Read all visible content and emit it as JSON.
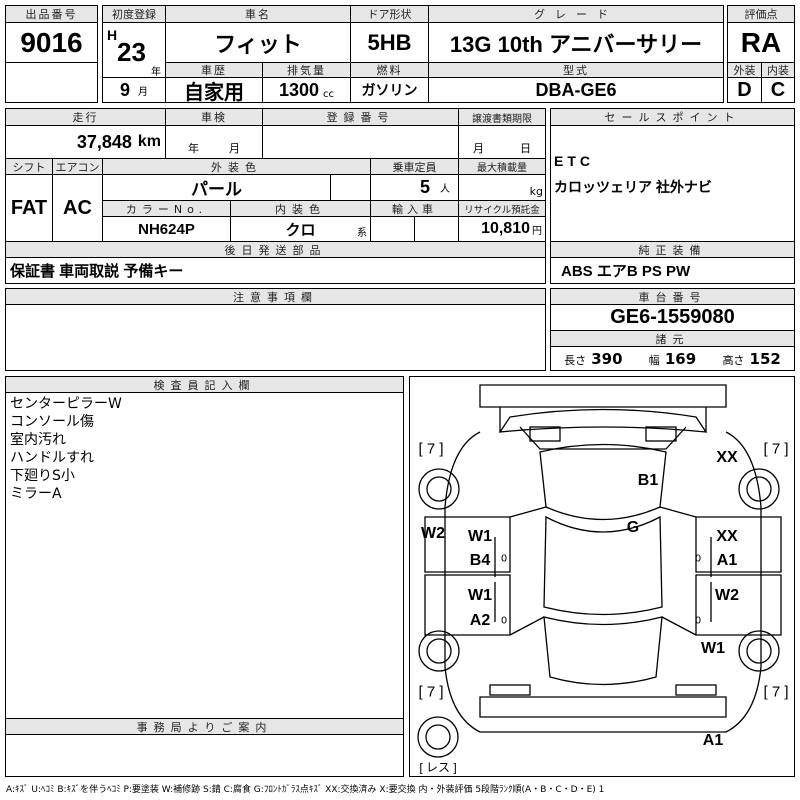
{
  "lot": {
    "label": "出品番号",
    "value": "9016"
  },
  "first_reg": {
    "label": "初度登録",
    "era": "H",
    "year": "23",
    "year_unit": "年",
    "month": "9",
    "month_unit": "月"
  },
  "car_name": {
    "label": "車名",
    "value": "フィット"
  },
  "door": {
    "label": "ドア形状",
    "value": "5HB"
  },
  "grade": {
    "label": "グレード",
    "value": "13G 10th アニバーサリー"
  },
  "score": {
    "label": "評価点",
    "value": "RA",
    "ext_label": "外装",
    "int_label": "内装",
    "ext": "D",
    "int": "C"
  },
  "history": {
    "label": "車歴",
    "value": "自家用"
  },
  "displacement": {
    "label": "排気量",
    "value": "1300",
    "unit": "cc"
  },
  "fuel": {
    "label": "燃料",
    "value": "ガソリン"
  },
  "model": {
    "label": "型式",
    "value": "DBA-GE6"
  },
  "mileage": {
    "label": "走行",
    "value": "37,848",
    "unit": "km"
  },
  "inspection": {
    "label": "車検",
    "year_unit": "年",
    "month_unit": "月"
  },
  "reg_no": {
    "label": "登録番号"
  },
  "transfer": {
    "label": "譲渡書類期限",
    "month_unit": "月",
    "day_unit": "日"
  },
  "shift": {
    "label": "シフト",
    "value": "FAT"
  },
  "ac": {
    "label": "エアコン",
    "value": "AC"
  },
  "ext_color": {
    "label": "外装色",
    "value": "パール"
  },
  "capacity": {
    "label": "乗車定員",
    "value": "5",
    "unit": "人"
  },
  "max_load": {
    "label": "最大積載量",
    "unit": "kg"
  },
  "color_no": {
    "label": "カラーNo.",
    "value": "NH624P"
  },
  "int_color": {
    "label": "内装色",
    "value": "クロ",
    "unit": "系"
  },
  "import": {
    "label": "輸入車"
  },
  "recycle": {
    "label": "リサイクル預託金",
    "value": "10,810",
    "unit": "円"
  },
  "later_parts": {
    "label": "後日発送部品",
    "value": "保証書 車両取説 予備キー"
  },
  "sales": {
    "label": "セールスポイント",
    "lines": [
      "ETC",
      "カロッツェリア 社外ナビ"
    ]
  },
  "equipment": {
    "label": "純正装備",
    "value": "ABS エアB PS PW"
  },
  "notes": {
    "label": "注意事項欄"
  },
  "chassis": {
    "label": "車台番号",
    "value": "GE6-1559080"
  },
  "specs": {
    "label": "諸元",
    "length_label": "長さ",
    "length": "390",
    "width_label": "幅",
    "width": "169",
    "height_label": "高さ",
    "height": "152"
  },
  "inspector": {
    "label": "検査員記入欄",
    "lines": [
      "センターピラーW",
      "コンソール傷",
      "室内汚れ",
      "ハンドルすれ",
      "下廻りS小",
      "ミラーA"
    ]
  },
  "office": {
    "label": "事務局よりご案内"
  },
  "diagram": {
    "marks": [
      "[ 7 ]",
      "[ 7 ]",
      "XX",
      "B1",
      "G",
      "W2",
      "W1",
      "XX",
      "B4",
      "0",
      "0",
      "A1",
      "W1",
      "W2",
      "A2",
      "0",
      "0",
      "W1",
      "[ 7 ]",
      "[ 7 ]",
      "A1",
      "[ レス ]"
    ]
  },
  "legend": "A:ｷｽﾞ U:ﾍｺﾐ B:ｷｽﾞを伴うﾍｺﾐ P:要塗装 W:補修跡 S:錆 C:腐食 G:ﾌﾛﾝﾄｶﾞﾗｽ点ｷｽﾞ XX:交換済み X:要交換 内・外装評価 5段階ﾗﾝｸ順(A・B・C・D・E) 1"
}
